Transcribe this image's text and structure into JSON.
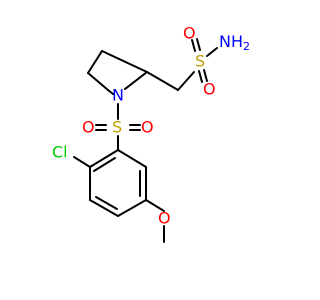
{
  "colors": {
    "bond": "#000000",
    "N": "#0000ff",
    "O": "#ff0000",
    "S": "#c0a000",
    "Cl": "#00cc00"
  },
  "atoms": {
    "nh2": {
      "main": "NH",
      "sub": "2"
    },
    "s_top": "S",
    "o_top_left": "O",
    "o_top_right": "O",
    "n_ring": "N",
    "s_mid": "S",
    "o_mid_left": "O",
    "o_mid_right": "O",
    "cl": "Cl",
    "o_methoxy": "O"
  }
}
